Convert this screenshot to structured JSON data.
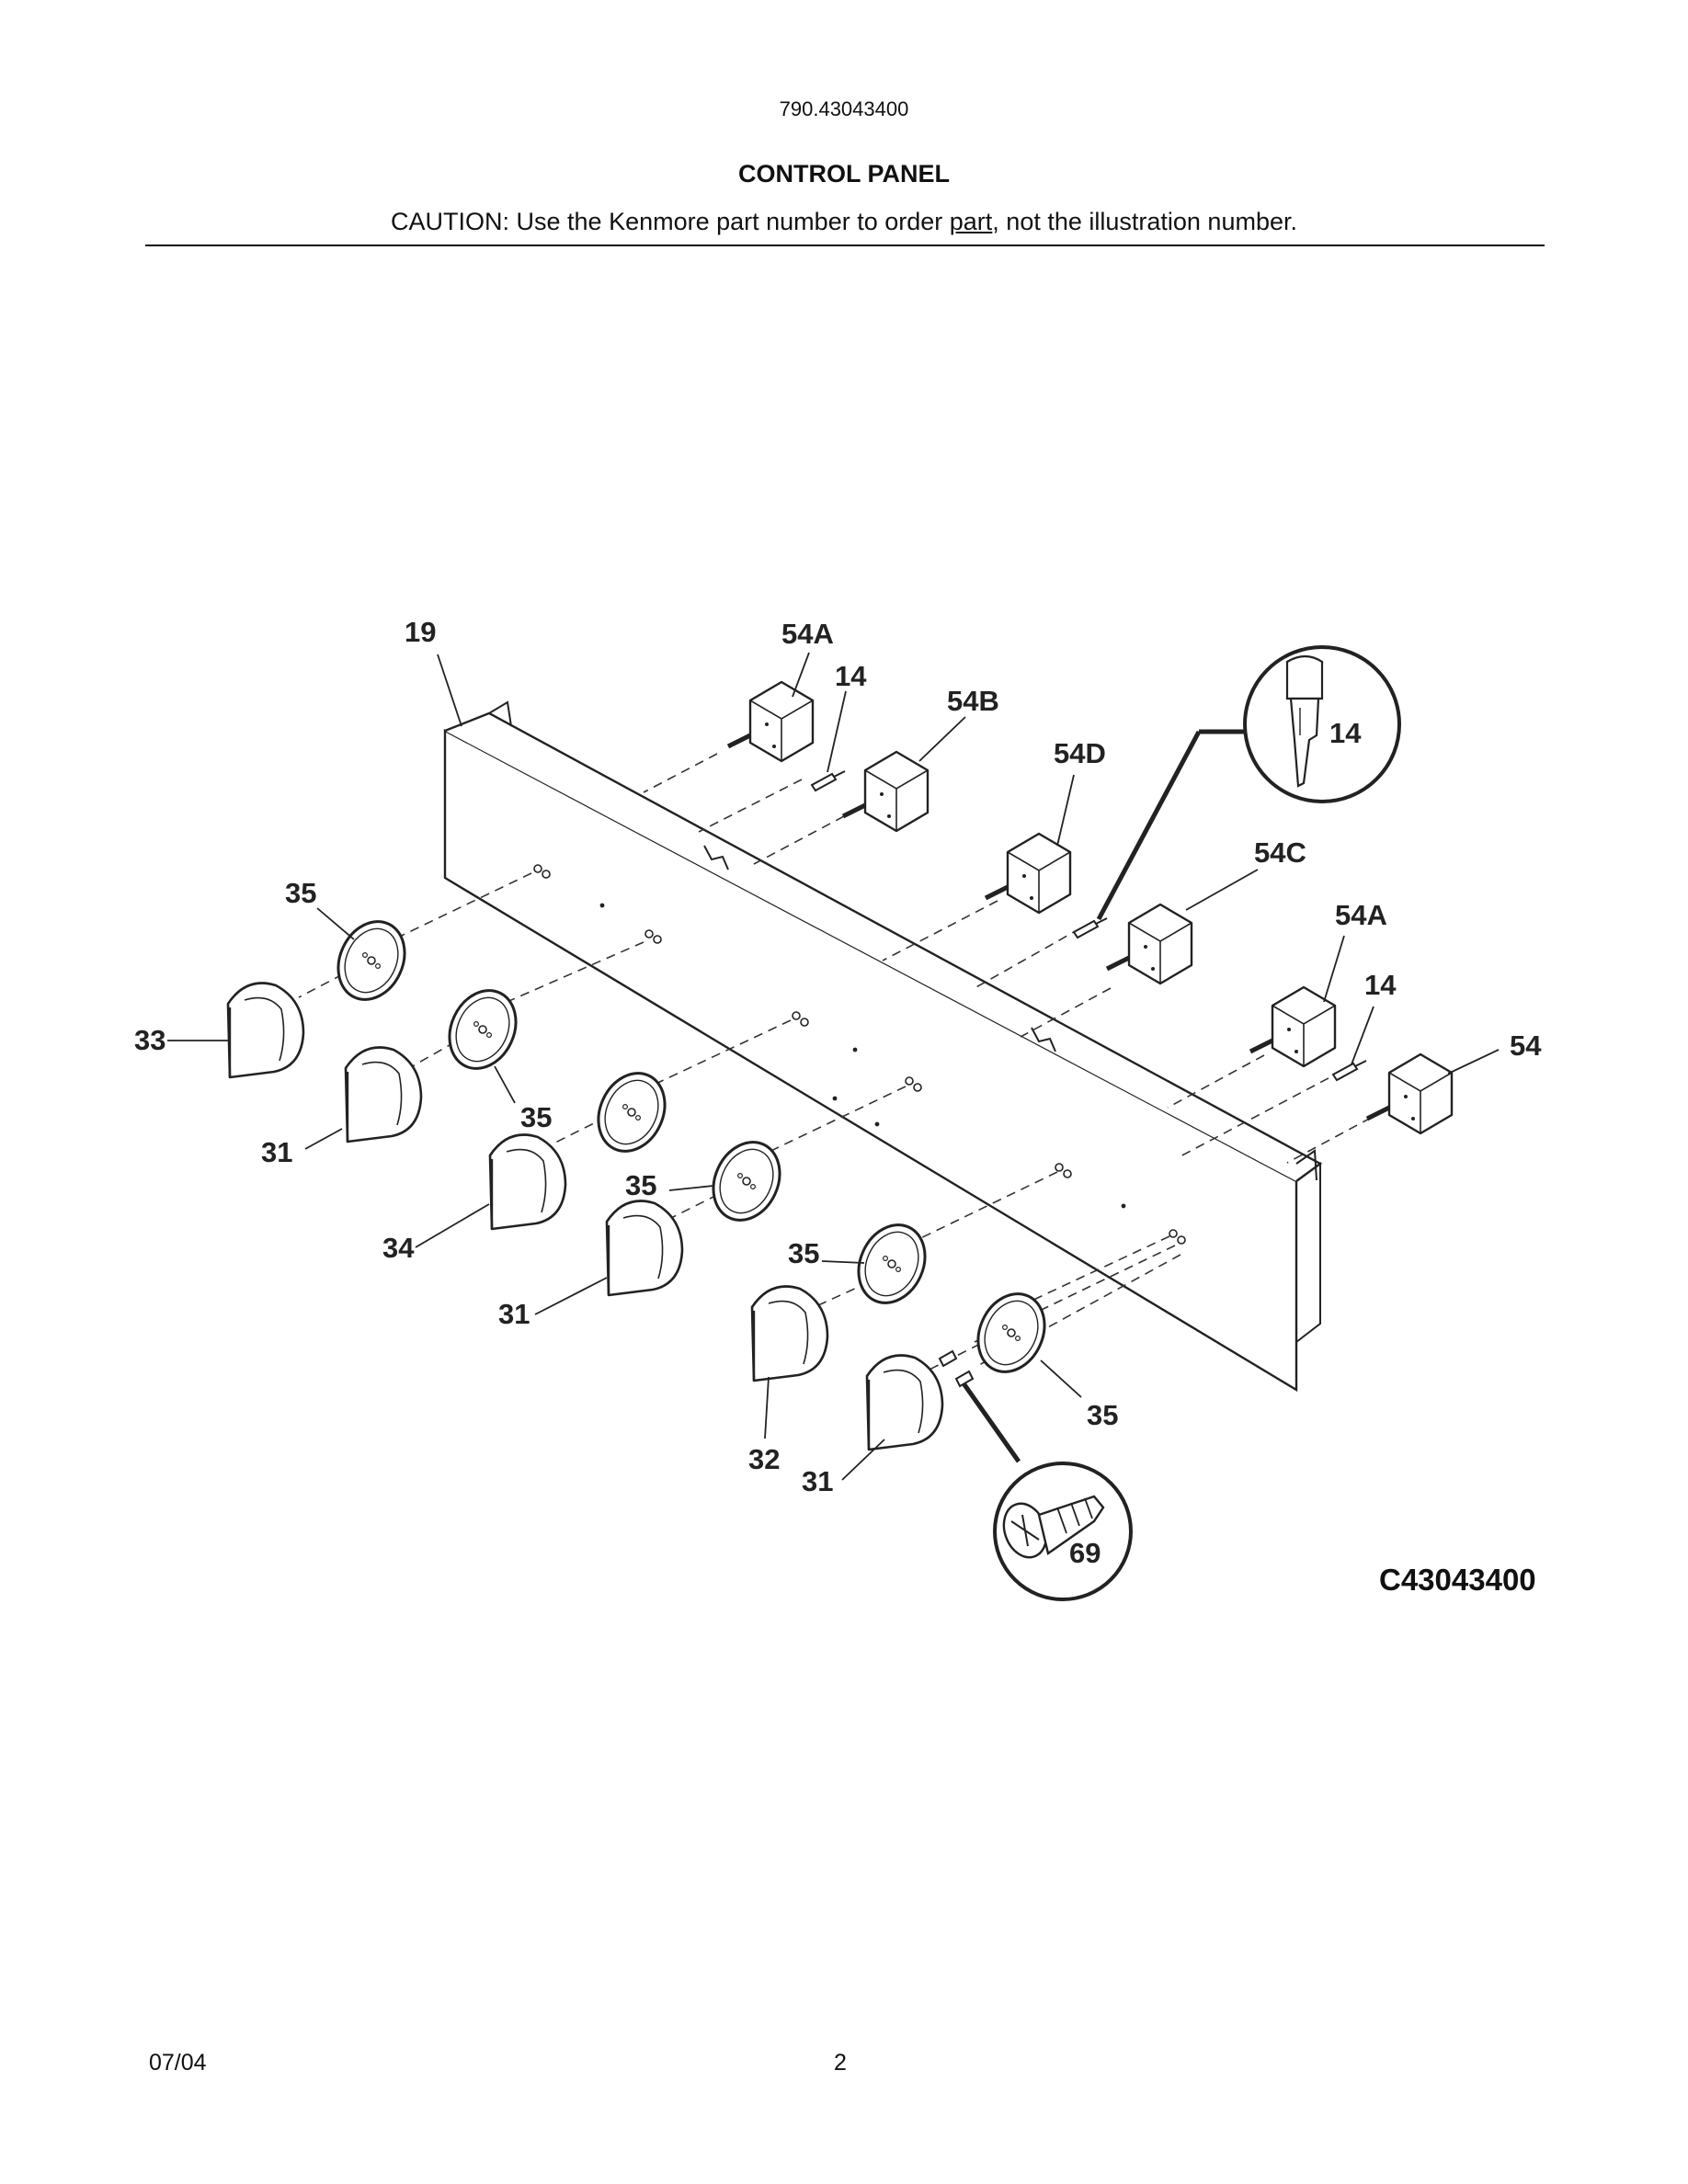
{
  "header": {
    "model_number": "790.43043400",
    "title": "CONTROL PANEL",
    "caution_before": "CAUTION: Use the Kenmore part number to order ",
    "caution_underlined": "part",
    "caution_after": ", not the illustration number."
  },
  "figure": {
    "code": "C43043400",
    "callouts": {
      "panel": "19",
      "switch_54a_top": "54A",
      "igniter_14_top": "14",
      "switch_54b": "54B",
      "switch_54d": "54D",
      "inset_14": "14",
      "switch_54c": "54C",
      "switch_54a_right": "54A",
      "igniter_14_right": "14",
      "switch_54": "54",
      "bezel_35_a": "35",
      "knob_33": "33",
      "knob_31_a": "31",
      "bezel_35_b": "35",
      "knob_34": "34",
      "bezel_35_c": "35",
      "knob_31_b": "31",
      "bezel_35_d": "35",
      "knob_32": "32",
      "knob_31_c": "31",
      "bezel_35_e": "35",
      "screw_69": "69"
    }
  },
  "footer": {
    "date": "07/04",
    "page_number": "2"
  }
}
